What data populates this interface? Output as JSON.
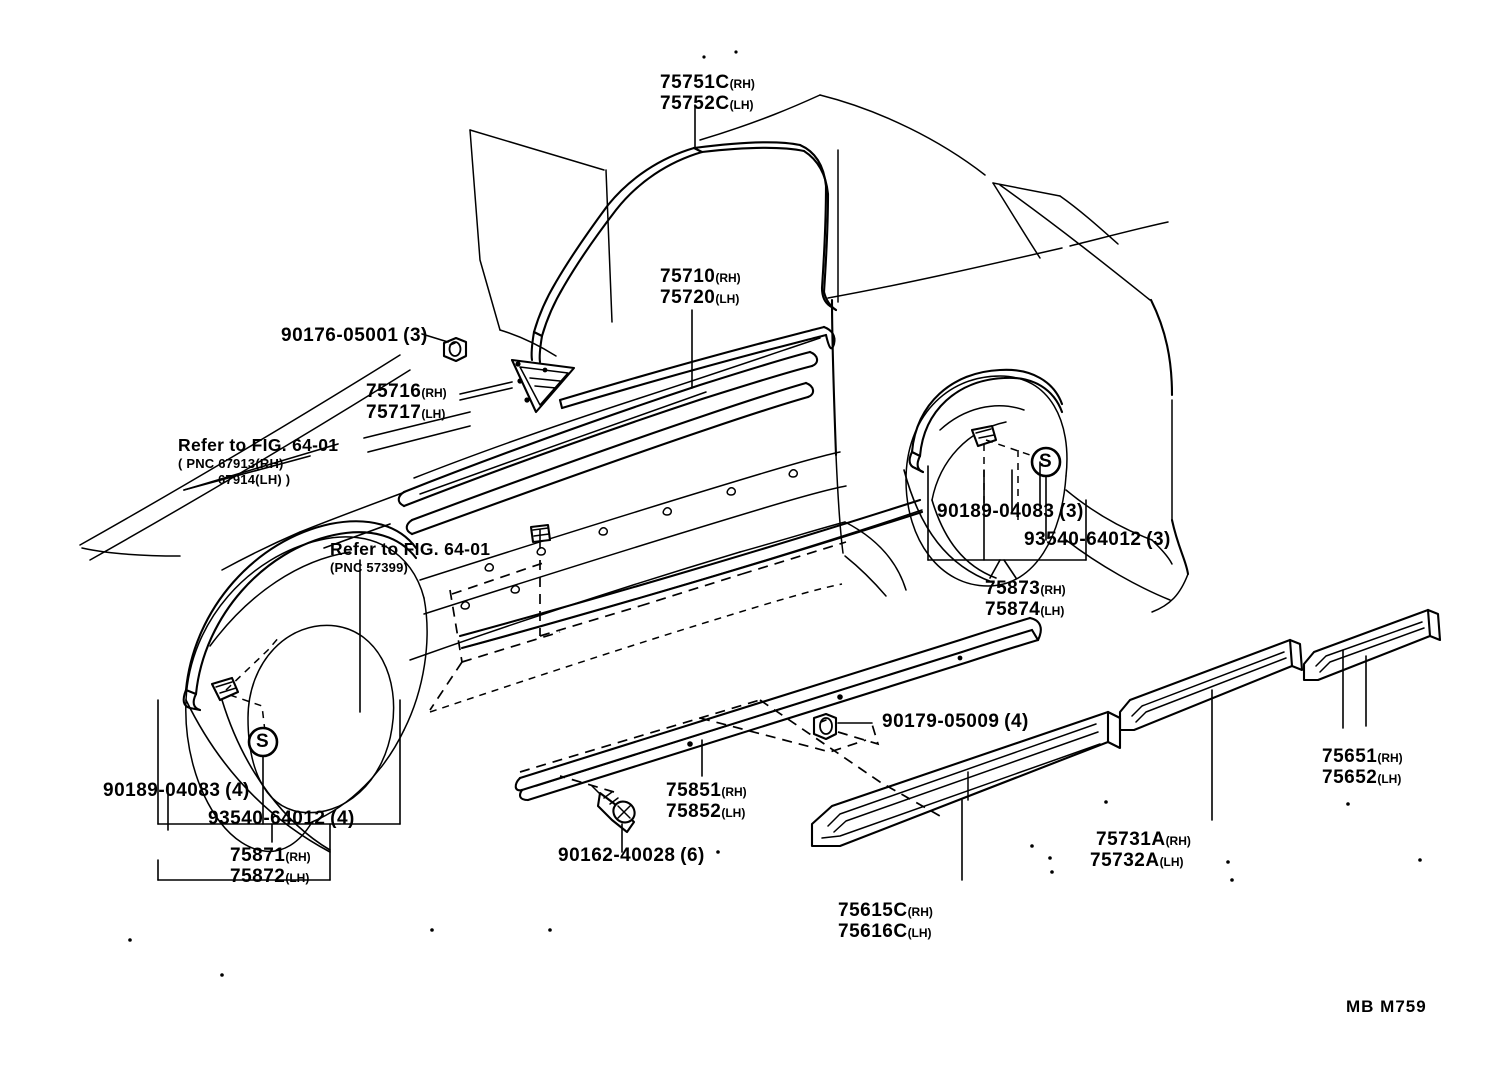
{
  "document": {
    "type": "automotive-parts-exploded-diagram",
    "footer_code": "MB M759",
    "background_color": "#ffffff",
    "line_color": "#000000"
  },
  "labels": {
    "roof_drip_moulding": {
      "rh": "75751C",
      "rh_side": "(RH)",
      "lh": "75752C",
      "lh_side": "(LH)"
    },
    "door_belt_moulding": {
      "rh": "75710",
      "rh_side": "(RH)",
      "lh": "75720",
      "lh_side": "(LH)"
    },
    "door_corner_garnish": {
      "rh": "75716",
      "rh_side": "(RH)",
      "lh": "75717",
      "lh_side": "(LH)"
    },
    "nut_front": {
      "code": "90176-05001",
      "qty": "(3)"
    },
    "refer_fig_upper": {
      "line1": "Refer to FIG. 64-01",
      "line2": "( PNC 67913(RH)",
      "line3": "67914(LH) )"
    },
    "refer_fig_lower": {
      "line1": "Refer to FIG. 64-01",
      "line2": "(PNC 57399)"
    },
    "front_wheel_clip": {
      "code": "90189-04083",
      "qty": "(4)"
    },
    "front_wheel_grommet": {
      "code": "93540-64012",
      "qty": "(4)"
    },
    "front_wheel_opening_moulding": {
      "rh": "75871",
      "rh_side": "(RH)",
      "lh": "75872",
      "lh_side": "(LH)"
    },
    "rear_wheel_clip": {
      "code": "90189-04083",
      "qty": "(3)"
    },
    "rear_wheel_grommet": {
      "code": "93540-64012",
      "qty": "(3)"
    },
    "rear_wheel_opening_moulding": {
      "rh": "75873",
      "rh_side": "(RH)",
      "lh": "75874",
      "lh_side": "(LH)"
    },
    "rocker_panel_moulding": {
      "rh": "75851",
      "rh_side": "(RH)",
      "lh": "75852",
      "lh_side": "(LH)"
    },
    "screw": {
      "code": "90162-40028",
      "qty": "(6)"
    },
    "clip_rocker": {
      "code": "90179-05009",
      "qty": "(4)"
    },
    "body_side_moulding_end": {
      "rh": "75615C",
      "rh_side": "(RH)",
      "lh": "75616C",
      "lh_side": "(LH)"
    },
    "body_side_moulding": {
      "rh": "75731A",
      "rh_side": "(RH)",
      "lh": "75732A",
      "lh_side": "(LH)"
    },
    "quarter_moulding": {
      "rh": "75651",
      "rh_side": "(RH)",
      "lh": "75652",
      "lh_side": "(LH)"
    }
  },
  "markers": {
    "service_marker_front": "S",
    "service_marker_rear": "S"
  }
}
